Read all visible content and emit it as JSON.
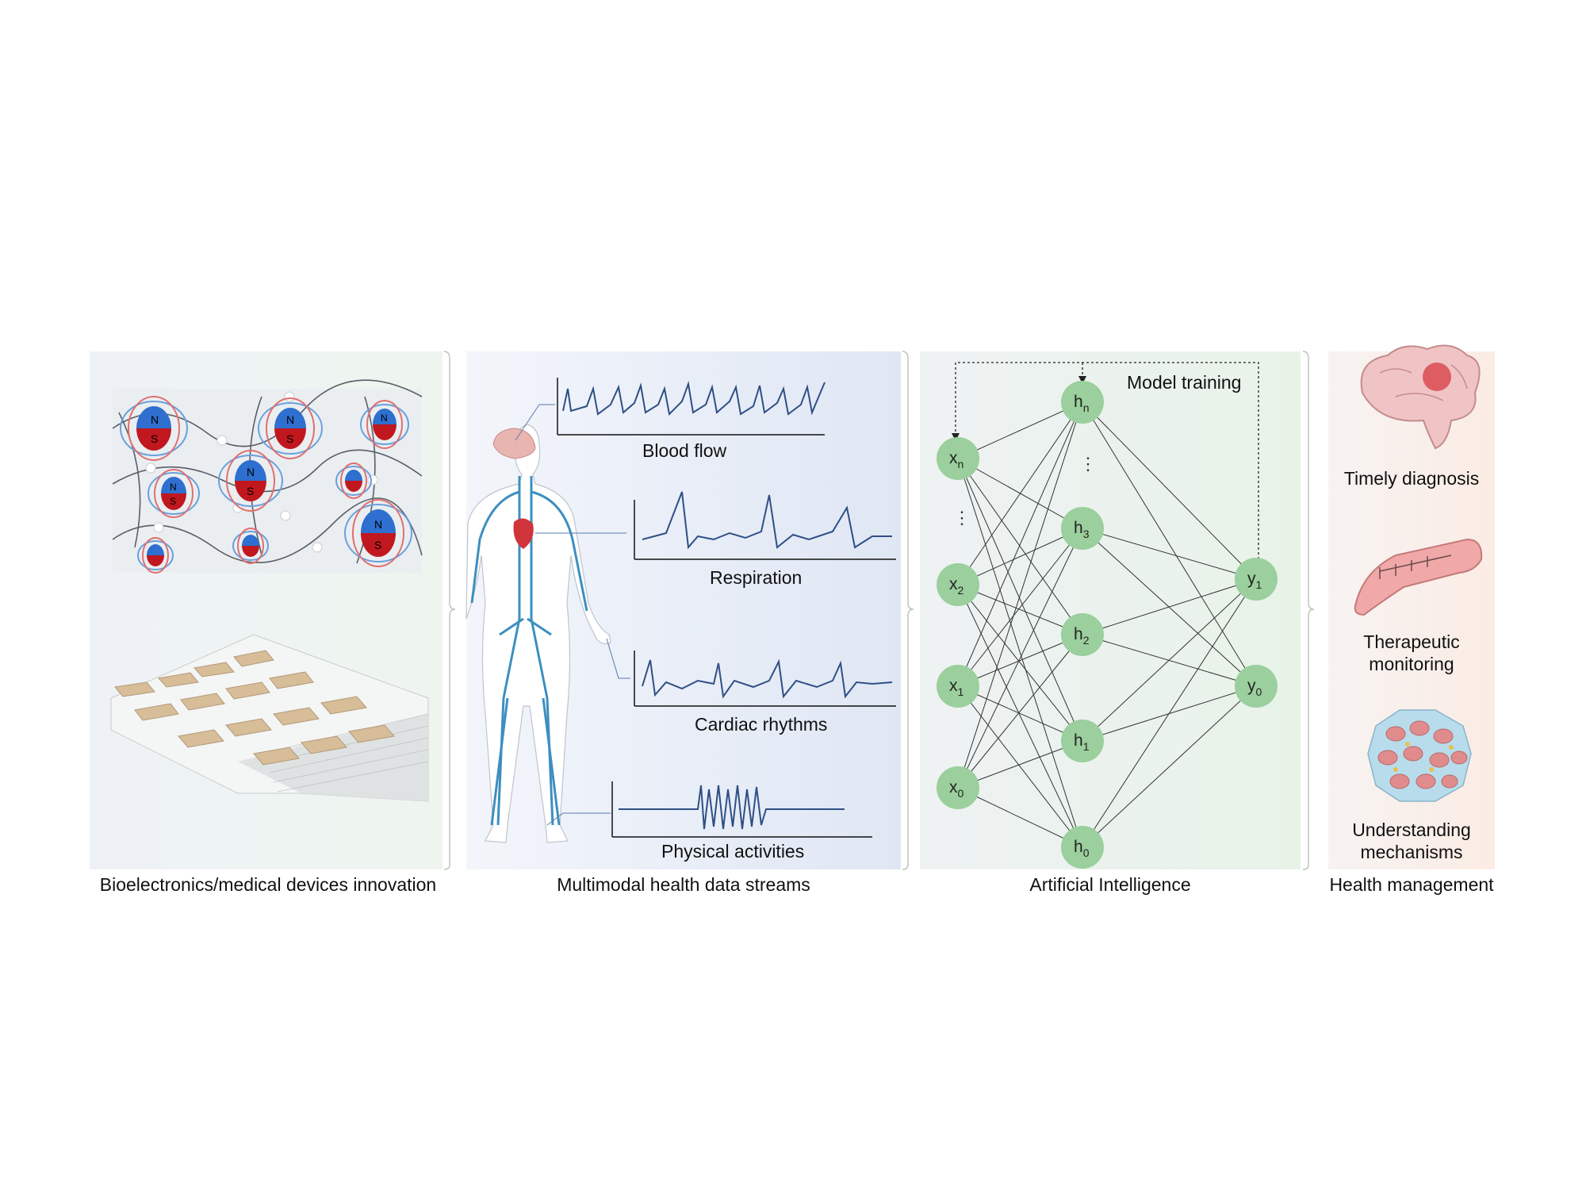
{
  "panels": {
    "devices": {
      "caption": "Bioelectronics/medical devices innovation",
      "magnet_n": "N",
      "magnet_s": "S"
    },
    "data_streams": {
      "caption": "Multimodal health data streams",
      "signals": [
        "Blood flow",
        "Respiration",
        "Cardiac rhythms",
        "Physical activities"
      ]
    },
    "ai": {
      "caption": "Artificial Intelligence",
      "training_label": "Model training",
      "inputs": [
        {
          "base": "x",
          "sub": "n"
        },
        {
          "base": "x",
          "sub": "2"
        },
        {
          "base": "x",
          "sub": "1"
        },
        {
          "base": "x",
          "sub": "0"
        }
      ],
      "hidden": [
        {
          "base": "h",
          "sub": "n"
        },
        {
          "base": "h",
          "sub": "3"
        },
        {
          "base": "h",
          "sub": "2"
        },
        {
          "base": "h",
          "sub": "1"
        },
        {
          "base": "h",
          "sub": "0"
        }
      ],
      "outputs": [
        {
          "base": "y",
          "sub": "1"
        },
        {
          "base": "y",
          "sub": "0"
        }
      ],
      "ellipsis": "⋮"
    },
    "health": {
      "caption": "Health management",
      "items": [
        {
          "line1": "Timely diagnosis",
          "line2": ""
        },
        {
          "line1": "Therapeutic",
          "line2": "monitoring"
        },
        {
          "line1": "Understanding",
          "line2": "mechanisms"
        }
      ]
    }
  },
  "colors": {
    "node_green": "#9bcf9d",
    "signal_blue": "#2e4f85",
    "vessel_blue": "#3d8fbf",
    "magnet_blue": "#2e6fcf",
    "magnet_red": "#c0181e"
  }
}
